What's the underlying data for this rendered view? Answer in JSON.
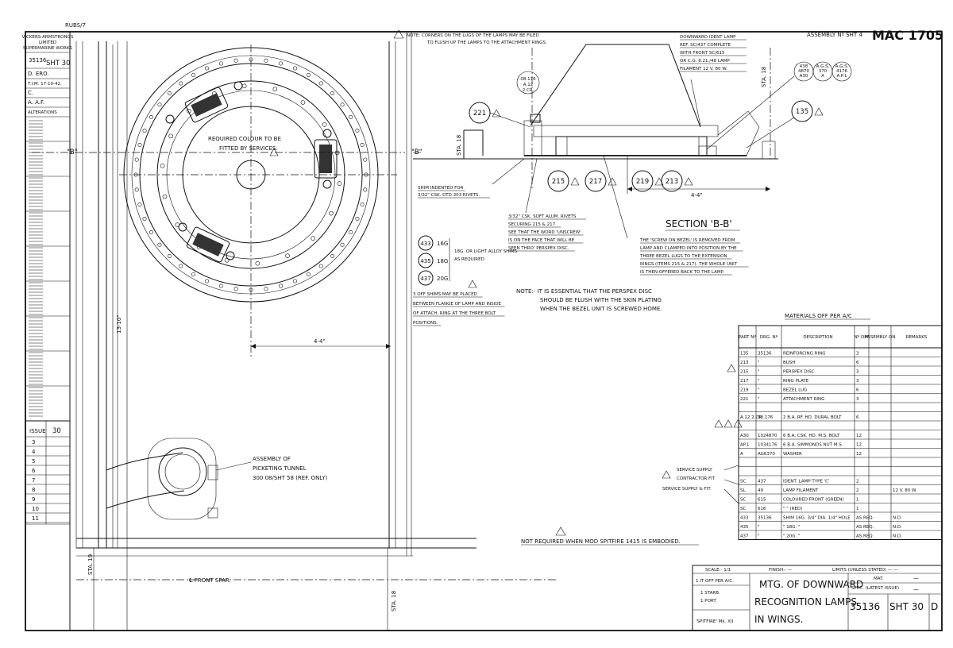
{
  "sheet": {
    "drawing_number": "MAC 1705",
    "assembly_ref": "ASSEMBLY Nº SHT 4",
    "margin_note": "RUBS/7"
  },
  "revision_panel": {
    "header_lines": [
      "VICKERS-ARMSTRONGS",
      "LIMITED",
      "SUPERMARINE WORKS"
    ],
    "drawing_no": "35136",
    "sheet_no": "SHT 30",
    "fields": [
      "D. ERO.",
      "T.I.M. 17-10-42.",
      "C.",
      "A. A.F."
    ],
    "alterations_title": "ALTERATIONS",
    "issue_label": "ISSUE",
    "issue_value": "30",
    "issue_rows": [
      "3",
      "4",
      "5",
      "6",
      "7",
      "8",
      "9",
      "10",
      "11"
    ]
  },
  "plan_view": {
    "note_colour": [
      "REQUIRED COLOUR TO BE",
      "FITTED BY SERVICES."
    ],
    "dimension_4_4": "4-4\"",
    "dimension_13_10": "13-10\"",
    "datum_label": "\"B\"",
    "tunnel_note": [
      "ASSEMBLY OF",
      "PICKETING TUNNEL",
      "300 08/SHT 58 (REF. ONLY)"
    ],
    "front_spar": "℄ FRONT SPAR.",
    "station_19": "STA. 19",
    "station_18": "STA. 18"
  },
  "section_view": {
    "title": "SECTION 'B-B'",
    "corner_note": [
      "NOTE: CORNERS ON THE LUGS OF THE LAMPS MAY BE FILED",
      "TO FLUSH UP THE LAMPS TO THE ATTACHMENT RINGS."
    ],
    "ident_lamp_note": [
      "DOWNWARD IDENT LAMP",
      "REF. SC/437 COMPLETE",
      "WITH FRONT SC/615",
      "OR C.G. 8.21./48 LAMP",
      "FILAMENT 12 V. 80 W."
    ],
    "ref_bush": [
      "08.176",
      "A.12",
      "2 CR."
    ],
    "ref_stack": [
      [
        "438",
        "4870",
        "A30"
      ],
      [
        "A.G.S.",
        "370",
        "A"
      ],
      [
        "A.G.S.",
        "4176",
        "A.P.1"
      ]
    ],
    "callouts": [
      "221",
      "215",
      "217",
      "219",
      "213",
      "135"
    ],
    "dim_4_4": "4-4\"",
    "station_18": "STA. 18",
    "station_18b": "STA. 18",
    "datum_label": "\"B\"",
    "shim_note": [
      "SHIM INDENTED FOR",
      "3/32\" CSK. DTD 303 RIVETS."
    ],
    "rivet_note": [
      "3/32\" CSK. SOFT ALUM. RIVETS",
      "SECURING 215 & 217.",
      "SEE THAT THE WORD 'UNSCREW'",
      "IS ON THE FACE THAT WILL BE",
      "SEEN THRO' PERSPEX DISC."
    ],
    "bezel_note": [
      "THE 'SCREW ON BEZEL' IS REMOVED FROM",
      "LAMP AND CLAMPED INTO POSITION BY THE",
      "THREE BEZEL LUGS TO THE EXTENSION",
      "RINGS (ITEMS 215 & 217). THE WHOLE UNIT",
      "IS THEN OFFERED BACK TO THE LAMP."
    ],
    "shim_group": [
      {
        "ref": "433",
        "thk": "16G"
      },
      {
        "ref": "435",
        "thk": "18G"
      },
      {
        "ref": "437",
        "thk": "20G"
      }
    ],
    "shim_group_note": [
      "18G. OR LIGHT ALLOY SHIMS",
      "AS REQUIRED"
    ],
    "shims_placed_note": [
      "3 OFF SHIMS MAY BE PLACED",
      "BETWEEN FLANGE OF LAMP AND INSIDE",
      "OF ATTACH. RING AT THE THREE BOLT",
      "POSITIONS."
    ],
    "essential_note": [
      "NOTE:- IT IS ESSENTIAL THAT THE PERSPEX DISC",
      "SHOULD BE FLUSH WITH THE SKIN PLATING",
      "WHEN THE BEZEL UNIT IS SCREWED HOME."
    ],
    "mod_note": "NOT REQUIRED WHEN MOD SPITFIRE 1415 IS EMBODIED."
  },
  "materials": {
    "title": "MATERIALS OFF PER A/C",
    "headers": [
      "PART Nº",
      "DRG. Nº",
      "DESCRIPTION",
      "Nº OFF",
      "ASSEMBLY ON",
      "REMARKS"
    ],
    "rows": [
      [
        "135",
        "35136",
        "REINFORCING RING",
        "3",
        "",
        ""
      ],
      [
        "213",
        "\"",
        "BUSH",
        "6",
        "",
        ""
      ],
      [
        "215",
        "\"",
        "PERSPEX DISC",
        "3",
        "",
        ""
      ],
      [
        "217",
        "\"",
        "RING PLATE",
        "3",
        "",
        ""
      ],
      [
        "219",
        "\"",
        "BEZEL LUG",
        "6",
        "",
        ""
      ],
      [
        "221",
        "\"",
        "ATTACHMENT RING",
        "3",
        "",
        ""
      ],
      [
        "",
        "",
        "",
        "",
        "",
        ""
      ],
      [
        "A.12 2.CR.",
        "08.176",
        "2 B.A. RF. HD. DURAL BOLT",
        "6",
        "",
        ""
      ],
      [
        "",
        "",
        "",
        "",
        "",
        ""
      ],
      [
        "A30",
        "1024870",
        "6 B.A. CSK. HD. M.S. BOLT",
        "12",
        "",
        ""
      ],
      [
        "AP.1",
        "1034176",
        "6 B.A. SIMMONDS NUT M.S.",
        "12",
        "",
        ""
      ],
      [
        "A",
        "AG6370",
        "WASHER",
        "12",
        "",
        ""
      ],
      [
        "",
        "",
        "",
        "",
        "",
        ""
      ],
      [
        "",
        "",
        "",
        "",
        "",
        ""
      ],
      [
        "SC",
        "437",
        "IDENT. LAMP TYPE 'C'",
        "2",
        "",
        ""
      ],
      [
        "SL",
        "49",
        "LAMP FILAMENT",
        "2",
        "",
        "12 V. 80 W."
      ],
      [
        "SC",
        "615",
        "COLOURED FRONT (GREEN)",
        "1",
        "",
        ""
      ],
      [
        "SC",
        "616",
        "\"     \"    (RED)",
        "1",
        "",
        ""
      ],
      [
        "433",
        "35136",
        "SHIM 16G. 3/4\" DIA. 1/4\" HOLE",
        "AS REQ.",
        "",
        "N.D."
      ],
      [
        "435",
        "\"",
        "\"  18G.  \"",
        "AS REQ.",
        "",
        "N.D."
      ],
      [
        "437",
        "\"",
        "\"  20G.  \"",
        "AS REQ.",
        "",
        "N.D."
      ]
    ],
    "service_supply": "SERVICE SUPPLY",
    "contractor_fit": "CONTRACTOR FIT",
    "service_supply_fit": "SERVICE SUPPLY & FIT."
  },
  "title_block": {
    "scale": "SCALE:- 1/1",
    "finish": "FINISH:- —",
    "limits": "LIMITS (UNLESS STATED) — —",
    "off_per": "1 IT OFF PER A/C.",
    "starb": "1 STARB.",
    "port": "1 PORT.",
    "aircraft": "'SPITFIRE' Mk. XII",
    "title_lines": [
      "MTG. OF DOWNWARD",
      "RECOGNITION LAMPS",
      "IN WINGS."
    ],
    "mat_label": "MAT.",
    "mat_value": "—",
    "spec_label": "SPEC. (LATEST ISSUE)",
    "spec_value": "—",
    "drawing_no": "35136",
    "sheet": "SHT 30",
    "issue_letter": "D"
  }
}
